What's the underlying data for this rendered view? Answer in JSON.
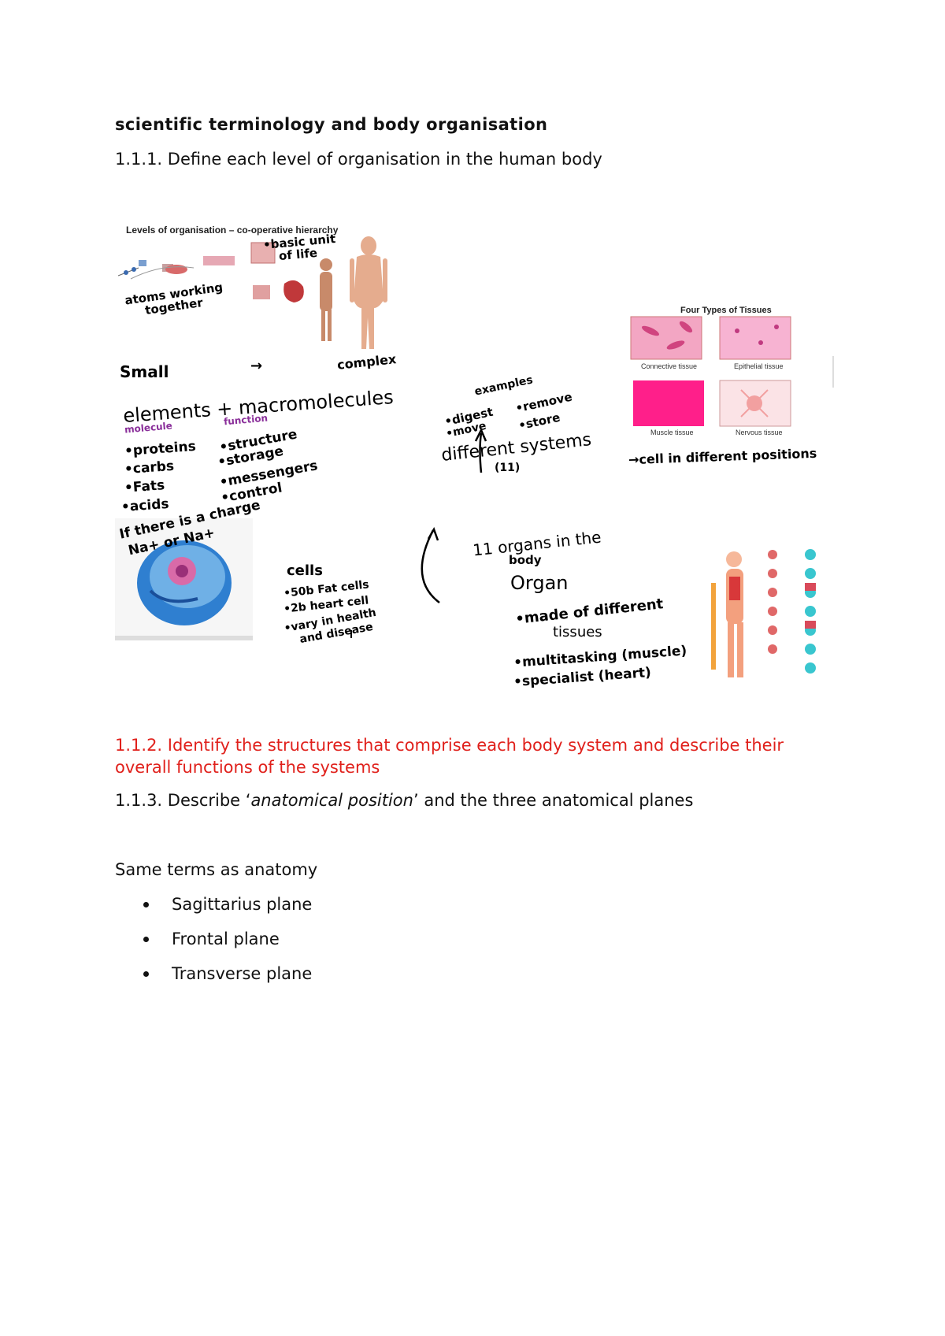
{
  "heading": "scientific terminology and body organisation",
  "objective_1": "1.1.1. Define each level of organisation in the human body",
  "figure": {
    "hierarchy_title": "Levels of organisation – co-operative hierarchy",
    "notes": {
      "basic_unit": "•basic unit",
      "of_life": "of life",
      "atoms_working": "atoms working",
      "together": "together",
      "small": "Small",
      "arrow": "→",
      "complex": "complex",
      "elements": "elements + macromolecules",
      "molecule": "molecule",
      "function": "function",
      "proteins": "•proteins",
      "carbs": "•carbs",
      "fats": "•Fats",
      "acids": "•acids",
      "structure": "•structure",
      "storage": "•storage",
      "messengers": "•messengers",
      "control": "•control",
      "charge1": "If there is a charge",
      "charge2": "Na+ or Na+",
      "cells": "cells",
      "cell_a": "•50b Fat cells",
      "cell_b": "•2b heart cell",
      "cell_c": "•vary in health",
      "cell_d": "and disease",
      "examples": "examples",
      "digest": "•digest",
      "move": "•move",
      "remove": "•remove",
      "store": "•store",
      "diff_systems": "different systems",
      "n11": "(11)",
      "organs_in": "11 organs in the",
      "body": "body",
      "organ": "Organ",
      "made_of": "•made of different",
      "tissues": "tissues",
      "multitasking": "•multitasking (muscle)",
      "specialist": "•specialist (heart)",
      "cell_positions": "→cell in different positions"
    },
    "tissues_title": "Four Types of Tissues",
    "tissue_labels": [
      "Connective tissue",
      "Epithelial tissue",
      "Muscle tissue",
      "Nervous tissue"
    ],
    "colors": {
      "tissue_pink": "#f3a6c3",
      "muscle": "#ff1f8a",
      "cell_blue": "#2f7fd0"
    }
  },
  "objective_2": "1.1.2. Identify the structures that comprise each body system and describe their overall functions of the systems",
  "objective_3_pre": "1.1.3. Describe ‘",
  "objective_3_italic": "anatomical position",
  "objective_3_post": "’ and the three anatomical planes",
  "note_line": "Same terms as anatomy",
  "planes": [
    "Sagittarius plane",
    "Frontal plane",
    "Transverse plane"
  ],
  "accent": "#e0201b"
}
